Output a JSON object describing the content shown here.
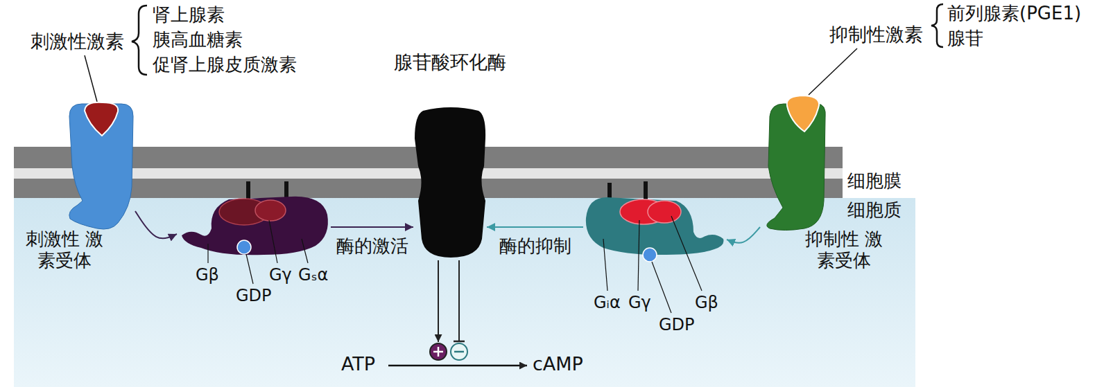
{
  "diagram": {
    "nodes": [
      {
        "text": [
          "刺激性 激素受体"
        ]
      },
      {
        "text": [
          "Gβ",
          "GDP",
          "Gγ",
          "Gₛα"
        ]
      },
      {
        "text": [
          "腺苷酸环化酶"
        ]
      },
      {
        "text": [
          "Gᵢα",
          "Gγ",
          "GDP",
          "Gβ"
        ]
      },
      {
        "text": [
          "抑制性 激素受体"
        ]
      }
    ],
    "edges": [
      {
        "from": 0,
        "to": 1,
        "arrow": "to"
      },
      {
        "from": 1,
        "to": 2,
        "label": "酶的激活",
        "arrow": "to"
      },
      {
        "from": 3,
        "to": 2,
        "label": "酶的抑制",
        "arrow": "to"
      },
      {
        "from": 4,
        "to": 3,
        "arrow": "to"
      }
    ],
    "labels": [
      "刺激性激素",
      "肾上腺素",
      "胰高血糖素",
      "促肾上腺皮质激素",
      "抑制性激素",
      "前列腺素(PGE1)",
      "腺苷",
      "细胞膜",
      "细胞质",
      "ATP",
      "cAMP"
    ]
  }
}
